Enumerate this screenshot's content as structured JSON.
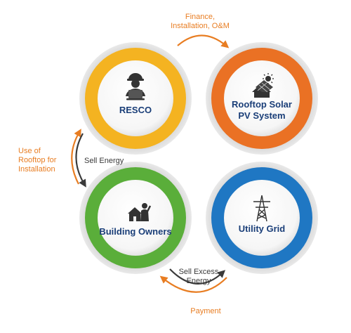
{
  "nodes": {
    "resco": {
      "label": "RESCO",
      "color": "#f4b321",
      "icon": "worker-laptop-icon"
    },
    "rooftop": {
      "label": "Rooftop Solar\nPV System",
      "color": "#ea7124",
      "icon": "house-solar-panel-icon"
    },
    "owners": {
      "label": "Building Owners",
      "color": "#5aae3a",
      "icon": "house-person-icon"
    },
    "grid": {
      "label": "Utility Grid",
      "color": "#1f77c3",
      "icon": "transmission-tower-icon"
    }
  },
  "flows": {
    "finance": "Finance,\nInstallation, O&M",
    "rooftop_use": "Use of\nRooftop for\nInstallation",
    "sell_energy": "Sell Energy",
    "sell_excess": "Sell Excess\nEnergy",
    "payment": "Payment"
  },
  "colors": {
    "title": "#1a3e78",
    "orange_arrow": "#e87d22",
    "dark_arrow": "#3a3a3a"
  }
}
